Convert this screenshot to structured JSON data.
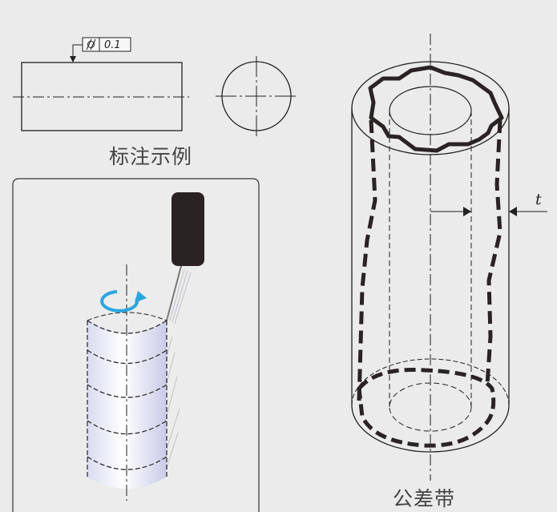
{
  "annotation_example": {
    "caption": "标注示例",
    "fcf_symbol": "cylindricity-symbol",
    "tolerance_value": "0.1"
  },
  "tolerance_zone": {
    "caption": "公差带",
    "width_label": "t"
  },
  "measurement": {
    "rotation_arrow_color": "#29a7e1",
    "probe_color": "#2a2323",
    "panel_background": "#ececec"
  }
}
